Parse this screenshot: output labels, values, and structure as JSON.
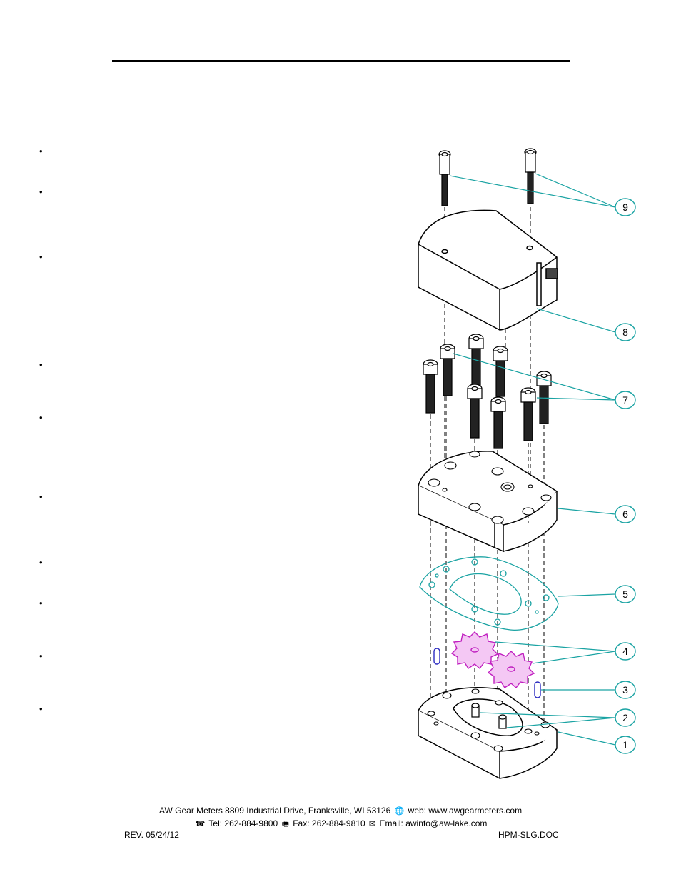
{
  "callouts": [
    "9",
    "8",
    "7",
    "6",
    "5",
    "4",
    "3",
    "2",
    "1"
  ],
  "footer": {
    "company_line": "AW Gear Meters 8809 Industrial Drive, Franksville, WI 53126",
    "web": "web: www.awgearmeters.com",
    "tel": "Tel:  262-884-9800",
    "fax": "Fax:  262-884-9810",
    "email": "Email: awinfo@aw-lake.com",
    "revision": "REV. 05/24/12",
    "doc_id": "HPM-SLG.DOC"
  },
  "icons": {
    "globe": "globe-icon",
    "phone": "phone-icon",
    "fax": "fax-icon",
    "email": "email-icon"
  },
  "colors": {
    "callout": "#1aa3a3",
    "gasket": "#1aa3a3",
    "gears": "#c020c0",
    "pins": "#2a2ac0",
    "ink": "#000000"
  }
}
